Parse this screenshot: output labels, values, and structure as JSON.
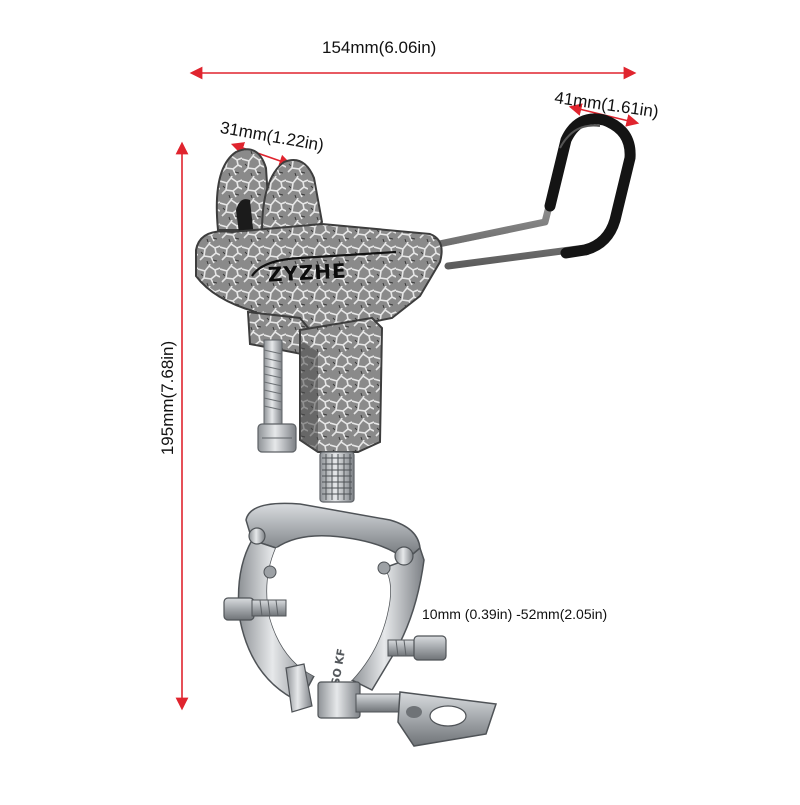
{
  "image": {
    "subject": "fishing rod holder with pipe clamp",
    "brand_logo_text": "ZYZHE",
    "clamp_stamp_text": "ISO KF"
  },
  "dimensions": {
    "overall_width": "154mm(6.06in)",
    "handle_width": "41mm(1.61in)",
    "rest_gap": "31mm(1.22in)",
    "overall_height": "195mm(7.68in)",
    "clamp_range": "10mm (0.39in) -52mm(2.05in)"
  },
  "colors": {
    "arrow": "#e0242e",
    "metal_dark": "#6d6d6d",
    "metal_light": "#cfcfcf",
    "steel": "#b5b8bb",
    "handle_grip": "#1a1a1a"
  }
}
